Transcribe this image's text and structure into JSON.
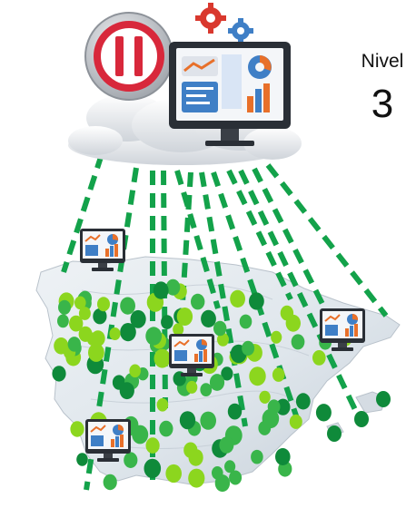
{
  "level": {
    "label": "Nivel",
    "number": "3"
  },
  "icons": {
    "cloud": "cloud-icon",
    "logo": "circular-logo-icon",
    "gears": "gears-icon",
    "hub_monitor": "dashboard-monitor-icon",
    "site_monitor": "dashboard-monitor-icon",
    "map": "iberian-peninsula-map"
  },
  "site_count": 4,
  "colors": {
    "link_green": "#13a24a",
    "dot_dark": "#0f8a3a",
    "dot_mid": "#39b54a",
    "dot_light": "#8cd61e",
    "logo_red": "#d8283b",
    "logo_silver": "#c9ccd1",
    "gear_red": "#d9382e",
    "gear_blue": "#3f7fc6",
    "monitor_frame": "#2a2f36",
    "map_fill": "#dde4ea"
  }
}
